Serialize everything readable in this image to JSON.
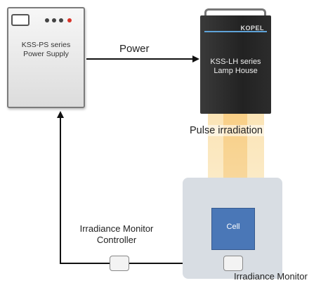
{
  "power_supply": {
    "label_line1": "KSS-PS series",
    "label_line2": "Power Supply"
  },
  "lamp_house": {
    "brand": "KOPEL",
    "label_line1": "KSS-LH series",
    "label_line2": "Lamp House"
  },
  "edges": {
    "power": "Power",
    "pulse": "Pulse irradiation"
  },
  "cell": {
    "label": "Cell"
  },
  "controller": {
    "label_line1": "Irradiance Monitor",
    "label_line2": "Controller"
  },
  "monitor": {
    "label": "Irradiance Monitor"
  },
  "colors": {
    "cell": "#4a77b7",
    "beam": "#f9cf86",
    "lamp_house": "#2a2a2a",
    "stripe": "#5fa3d8"
  }
}
